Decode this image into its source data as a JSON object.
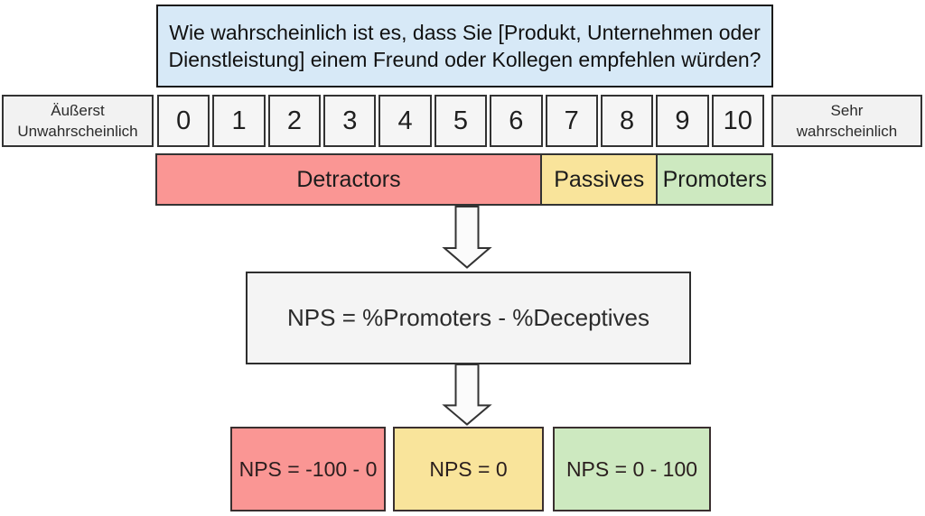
{
  "question_box": {
    "text": "Wie wahrscheinlich ist es, dass Sie [Produkt, Unternehmen oder Dienstleistung] einem Freund oder Kollegen empfehlen würden?",
    "bg": "#d7e9f7"
  },
  "scale": {
    "left_label": "Äußerst Unwahrscheinlich",
    "right_label": "Sehr wahrscheinlich",
    "numbers": [
      "0",
      "1",
      "2",
      "3",
      "4",
      "5",
      "6",
      "7",
      "8",
      "9",
      "10"
    ]
  },
  "bands": {
    "detractors": {
      "label": "Detractors",
      "bg": "#fa9694",
      "covers_numbers": "0-6"
    },
    "passives": {
      "label": "Passives",
      "bg": "#f9e49b",
      "covers_numbers": "7-8"
    },
    "promoters": {
      "label": "Promoters",
      "bg": "#cde9c0",
      "covers_numbers": "9-10"
    }
  },
  "formula_box": {
    "text": "NPS = %Promoters - %Deceptives",
    "bg": "#f4f4f4"
  },
  "results": {
    "negative": {
      "label": "NPS = -100 - 0",
      "bg": "#fa9694"
    },
    "zero": {
      "label": "NPS = 0",
      "bg": "#f9e49b"
    },
    "positive": {
      "label": "NPS = 0 - 100",
      "bg": "#cde9c0"
    }
  },
  "icons": {
    "arrow_1": "block-arrow-down",
    "arrow_2": "block-arrow-down"
  },
  "colors": {
    "border_dark": "#333333",
    "question_border": "#1a1a1a",
    "neutral_fill": "#f2f2f2",
    "arrow_fill": "#fbfbfb",
    "page_bg": "#ffffff"
  }
}
